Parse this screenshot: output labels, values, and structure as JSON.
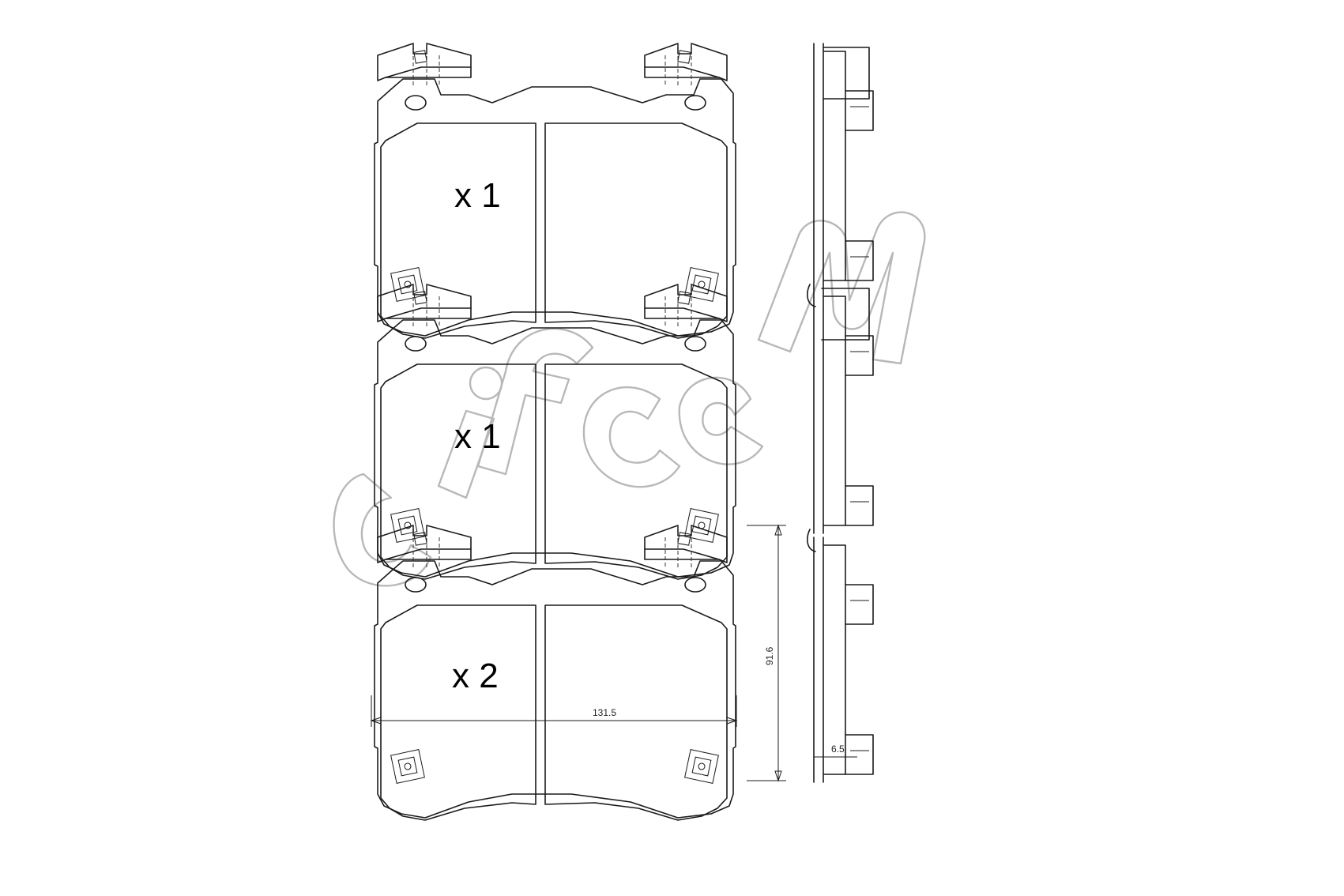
{
  "pads": [
    {
      "quantity_label": "x 1"
    },
    {
      "quantity_label": "x 1"
    },
    {
      "quantity_label": "x 2"
    }
  ],
  "dimensions": {
    "width": "131.5",
    "height": "91.6",
    "thickness": "6.5"
  },
  "watermark": {
    "brand": "cifam",
    "color": "#b8b8b8"
  },
  "colors": {
    "line": "#1a1a1a",
    "background": "#ffffff"
  }
}
